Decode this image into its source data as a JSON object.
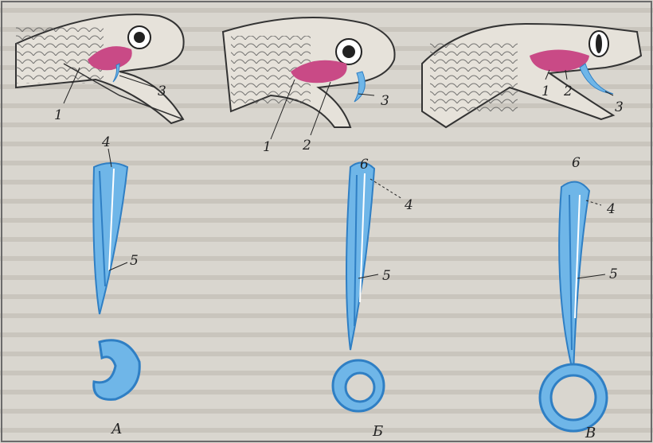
{
  "figure": {
    "panels": [
      {
        "letter": "А",
        "head_labels": [
          "1",
          "3"
        ],
        "fang_labels": [
          "4",
          "5"
        ]
      },
      {
        "letter": "Б",
        "head_labels": [
          "1",
          "2",
          "3"
        ],
        "fang_labels": [
          "6",
          "4",
          "5"
        ]
      },
      {
        "letter": "В",
        "head_labels": [
          "1",
          "2",
          "3"
        ],
        "fang_labels": [
          "6",
          "4",
          "5"
        ]
      }
    ]
  },
  "colors": {
    "background": "#d9d6cf",
    "gland": "#c94a86",
    "fang": "#6fb6e8",
    "fang_dark": "#2f7fc4",
    "ink": "#2a2a2a"
  }
}
